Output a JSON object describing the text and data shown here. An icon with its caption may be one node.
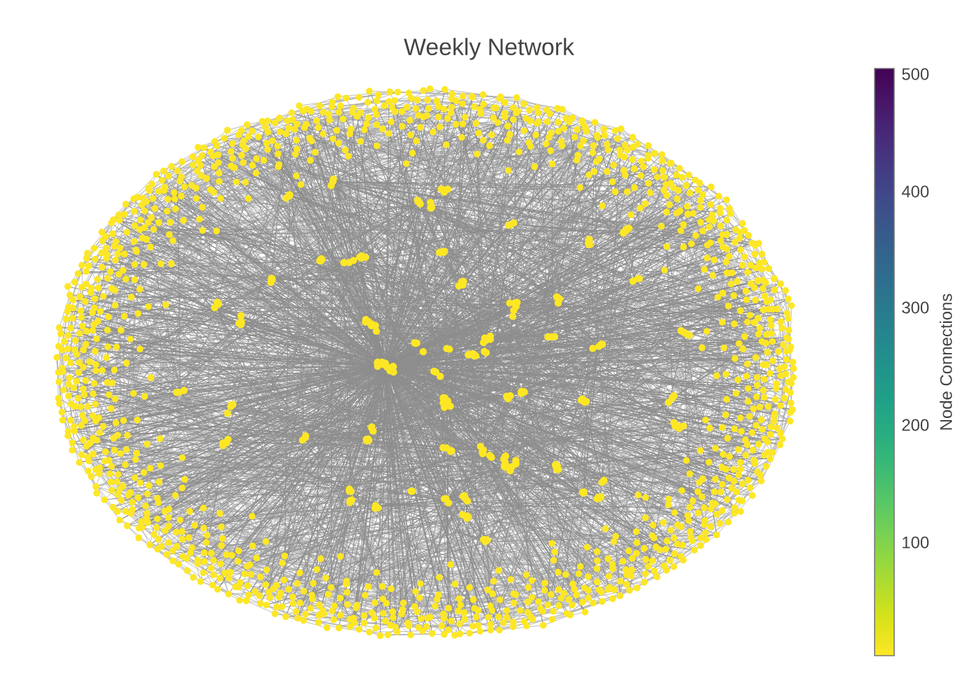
{
  "diagram": {
    "title": "Weekly Network",
    "labels": [
      "500",
      "400",
      "300",
      "200",
      "100",
      "Node Connections"
    ]
  }
}
